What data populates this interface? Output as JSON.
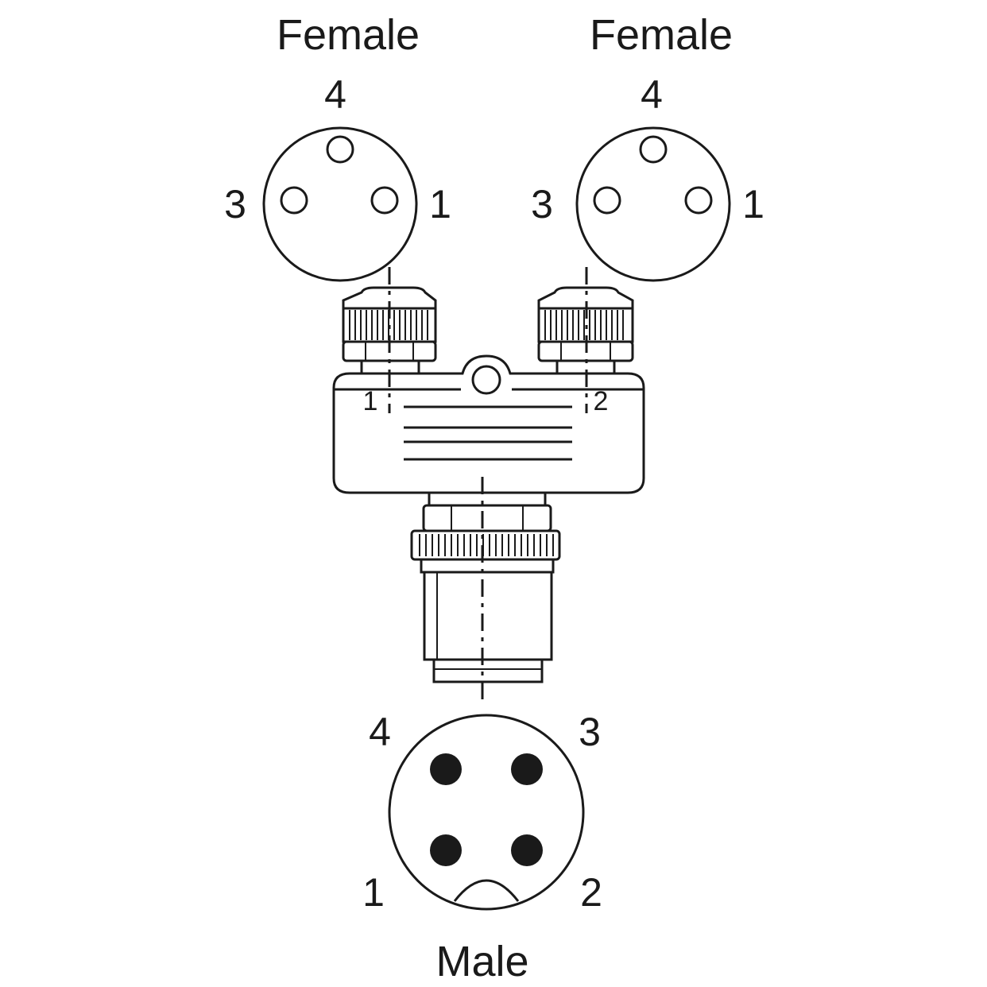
{
  "labels": {
    "female_left_title": "Female",
    "female_right_title": "Female",
    "male_title": "Male",
    "female_left_pins": {
      "top": "4",
      "left": "3",
      "right": "1"
    },
    "female_right_pins": {
      "top": "4",
      "left": "3",
      "right": "1"
    },
    "port_left": "1",
    "port_right": "2",
    "male_pins": {
      "top_left": "4",
      "top_right": "3",
      "bottom_left": "1",
      "bottom_right": "2"
    }
  },
  "colors": {
    "line": "#1a1a1a",
    "background": "#ffffff"
  }
}
